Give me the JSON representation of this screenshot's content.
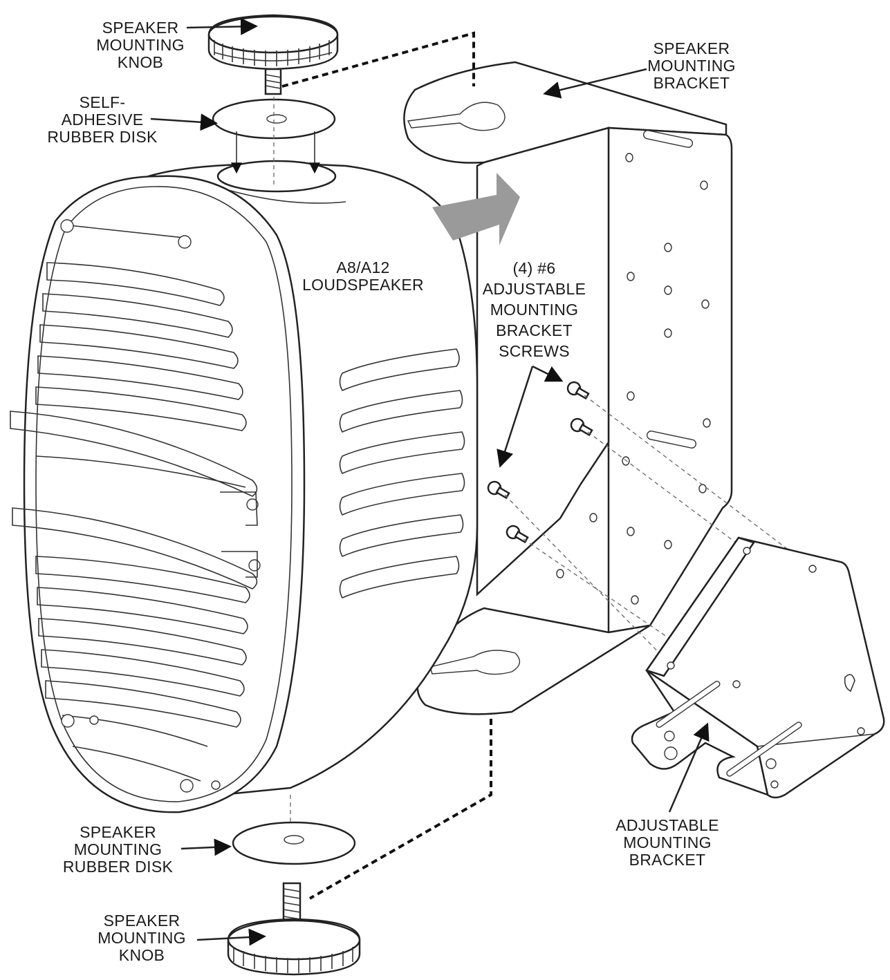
{
  "callouts": {
    "knob_top": [
      "SPEAKER",
      "MOUNTING",
      "KNOB"
    ],
    "rubber_disk_top": [
      "SELF-",
      "ADHESIVE",
      "RUBBER DISK"
    ],
    "bracket_top": [
      "SPEAKER",
      "MOUNTING",
      "BRACKET"
    ],
    "loudspeaker": [
      "A8/A12",
      "LOUDSPEAKER"
    ],
    "screws": [
      "(4) #6",
      "ADJUSTABLE",
      "MOUNTING",
      "BRACKET",
      "SCREWS"
    ],
    "rubber_disk_bottom": [
      "SPEAKER",
      "MOUNTING",
      "RUBBER DISK"
    ],
    "knob_bottom": [
      "SPEAKER",
      "MOUNTING",
      "KNOB"
    ],
    "adjustable_bracket": [
      "ADJUSTABLE",
      "MOUNTING",
      "BRACKET"
    ]
  },
  "colors": {
    "line": "#222222",
    "direction_arrow": "#9a9a9a",
    "background": "#ffffff"
  }
}
